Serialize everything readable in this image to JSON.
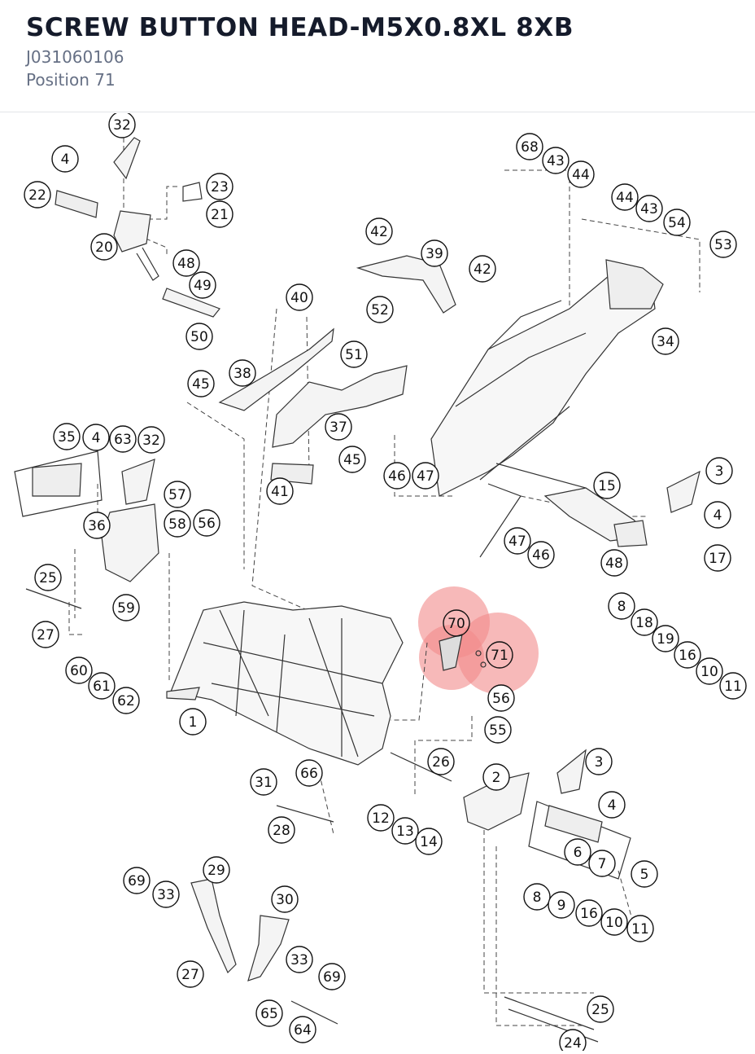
{
  "part": {
    "title": "SCREW BUTTON HEAD-M5X0.8XL 8XB",
    "part_number": "J031060106",
    "position_label": "Position 71"
  },
  "diagram": {
    "highlight_color": "#f28b8b",
    "callouts": [
      {
        "id": "c32a",
        "label": "32"
      },
      {
        "id": "c4a",
        "label": "4"
      },
      {
        "id": "c22",
        "label": "22"
      },
      {
        "id": "c23",
        "label": "23"
      },
      {
        "id": "c21",
        "label": "21"
      },
      {
        "id": "c20",
        "label": "20"
      },
      {
        "id": "c48a",
        "label": "48"
      },
      {
        "id": "c49",
        "label": "49"
      },
      {
        "id": "c50",
        "label": "50"
      },
      {
        "id": "c68",
        "label": "68"
      },
      {
        "id": "c43a",
        "label": "43"
      },
      {
        "id": "c44a",
        "label": "44"
      },
      {
        "id": "c44b",
        "label": "44"
      },
      {
        "id": "c43b",
        "label": "43"
      },
      {
        "id": "c54",
        "label": "54"
      },
      {
        "id": "c53",
        "label": "53"
      },
      {
        "id": "c42a",
        "label": "42"
      },
      {
        "id": "c39",
        "label": "39"
      },
      {
        "id": "c42b",
        "label": "42"
      },
      {
        "id": "c40",
        "label": "40"
      },
      {
        "id": "c52",
        "label": "52"
      },
      {
        "id": "c51",
        "label": "51"
      },
      {
        "id": "c34",
        "label": "34"
      },
      {
        "id": "c45a",
        "label": "45"
      },
      {
        "id": "c38",
        "label": "38"
      },
      {
        "id": "c37",
        "label": "37"
      },
      {
        "id": "c45b",
        "label": "45"
      },
      {
        "id": "c41",
        "label": "41"
      },
      {
        "id": "c46a",
        "label": "46"
      },
      {
        "id": "c47a",
        "label": "47"
      },
      {
        "id": "c35",
        "label": "35"
      },
      {
        "id": "c4b",
        "label": "4"
      },
      {
        "id": "c63",
        "label": "63"
      },
      {
        "id": "c32b",
        "label": "32"
      },
      {
        "id": "c57",
        "label": "57"
      },
      {
        "id": "c58",
        "label": "58"
      },
      {
        "id": "c56a",
        "label": "56"
      },
      {
        "id": "c36",
        "label": "36"
      },
      {
        "id": "c3a",
        "label": "3"
      },
      {
        "id": "c15",
        "label": "15"
      },
      {
        "id": "c4c",
        "label": "4"
      },
      {
        "id": "c47b",
        "label": "47"
      },
      {
        "id": "c46b",
        "label": "46"
      },
      {
        "id": "c48b",
        "label": "48"
      },
      {
        "id": "c17",
        "label": "17"
      },
      {
        "id": "c25a",
        "label": "25"
      },
      {
        "id": "c59",
        "label": "59"
      },
      {
        "id": "c27a",
        "label": "27"
      },
      {
        "id": "c8a",
        "label": "8"
      },
      {
        "id": "c18",
        "label": "18"
      },
      {
        "id": "c19",
        "label": "19"
      },
      {
        "id": "c16a",
        "label": "16"
      },
      {
        "id": "c10a",
        "label": "10"
      },
      {
        "id": "c11a",
        "label": "11"
      },
      {
        "id": "c70",
        "label": "70"
      },
      {
        "id": "c71",
        "label": "71"
      },
      {
        "id": "c60",
        "label": "60"
      },
      {
        "id": "c61",
        "label": "61"
      },
      {
        "id": "c62",
        "label": "62"
      },
      {
        "id": "c56b",
        "label": "56"
      },
      {
        "id": "c1",
        "label": "1"
      },
      {
        "id": "c55",
        "label": "55"
      },
      {
        "id": "c26",
        "label": "26"
      },
      {
        "id": "c3b",
        "label": "3"
      },
      {
        "id": "c66",
        "label": "66"
      },
      {
        "id": "c31",
        "label": "31"
      },
      {
        "id": "c2",
        "label": "2"
      },
      {
        "id": "c4d",
        "label": "4"
      },
      {
        "id": "c28",
        "label": "28"
      },
      {
        "id": "c12",
        "label": "12"
      },
      {
        "id": "c13",
        "label": "13"
      },
      {
        "id": "c14",
        "label": "14"
      },
      {
        "id": "c6",
        "label": "6"
      },
      {
        "id": "c7",
        "label": "7"
      },
      {
        "id": "c5",
        "label": "5"
      },
      {
        "id": "c69a",
        "label": "69"
      },
      {
        "id": "c29",
        "label": "29"
      },
      {
        "id": "c33a",
        "label": "33"
      },
      {
        "id": "c30",
        "label": "30"
      },
      {
        "id": "c8b",
        "label": "8"
      },
      {
        "id": "c9",
        "label": "9"
      },
      {
        "id": "c16b",
        "label": "16"
      },
      {
        "id": "c10b",
        "label": "10"
      },
      {
        "id": "c11b",
        "label": "11"
      },
      {
        "id": "c33b",
        "label": "33"
      },
      {
        "id": "c69b",
        "label": "69"
      },
      {
        "id": "c27b",
        "label": "27"
      },
      {
        "id": "c65",
        "label": "65"
      },
      {
        "id": "c64",
        "label": "64"
      },
      {
        "id": "c25b",
        "label": "25"
      },
      {
        "id": "c24",
        "label": "24"
      }
    ]
  }
}
